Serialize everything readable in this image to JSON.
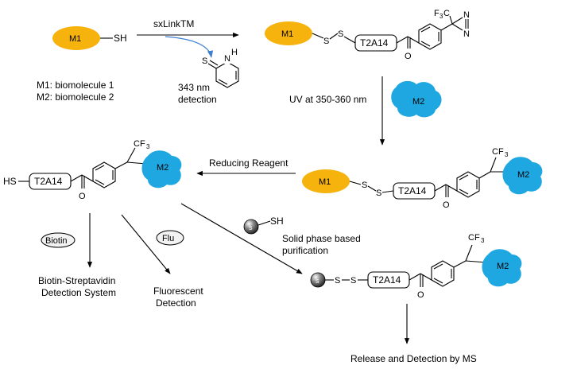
{
  "colors": {
    "m1": "#f6b20d",
    "m2": "#1fa7e2",
    "reagent_arrow": "#3d7fd0",
    "bead": "#4a4a4a"
  },
  "labels": {
    "m1": "M1",
    "m2": "M2",
    "sh": "SH",
    "hs": "HS",
    "s": "S",
    "linker": "T2A14",
    "ketone_o": "O",
    "cf3_main": "CF",
    "cf3_sub": "3",
    "f3c_main": "F",
    "f3c_sub": "3",
    "f3c_c": "C",
    "n": "N",
    "nh": "N",
    "h": "H",
    "bead": "s"
  },
  "text": {
    "reagent": "sxLinkTM",
    "detection_nm": "343 nm",
    "detection": "detection",
    "legend_m1": "M1: biomolecule 1",
    "legend_m2": "M2: biomolecule 2",
    "uv": "UV at 350-360 nm",
    "reducing": "Reducing Reagent",
    "biotin": "Biotin",
    "flu": "Flu",
    "biotin_system_1": "Biotin-Streptavidin",
    "biotin_system_2": "Detection System",
    "fluorescent_1": "Fluorescent",
    "fluorescent_2": "Detection",
    "solid_phase_1": "Solid phase based",
    "solid_phase_2": "purification",
    "release": "Release and Detection by MS"
  }
}
